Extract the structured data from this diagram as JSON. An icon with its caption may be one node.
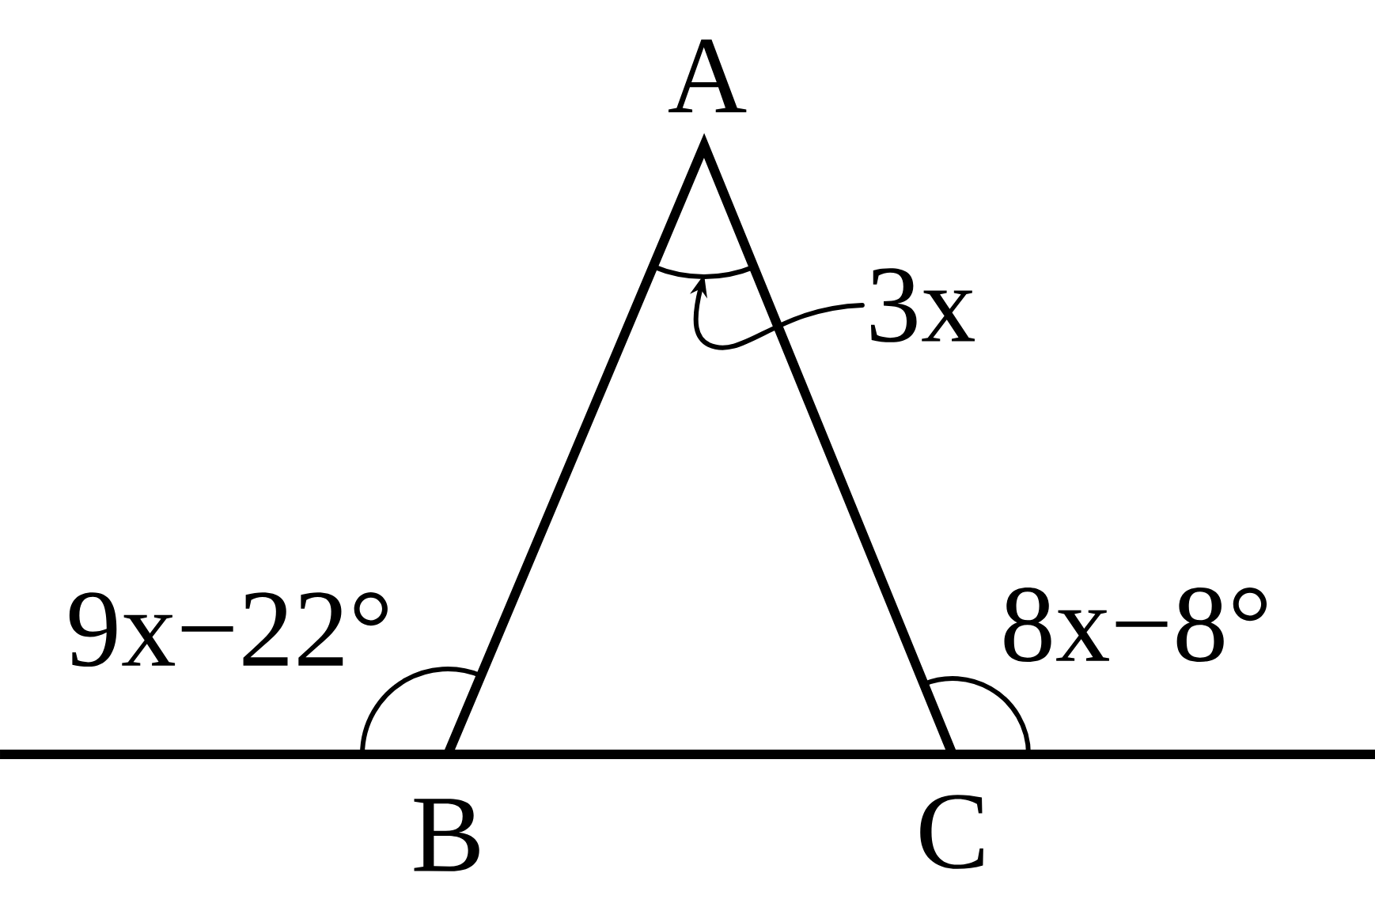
{
  "diagram": {
    "nodes": [
      {
        "text": [
          "3x"
        ]
      },
      {
        "text": [],
        "shape": "arc"
      }
    ],
    "edges": [
      {
        "from": 0,
        "to": 1,
        "arrow": "to"
      }
    ],
    "labels": [
      "A",
      "9x−22°",
      "8x−8°",
      "B",
      "C"
    ]
  }
}
